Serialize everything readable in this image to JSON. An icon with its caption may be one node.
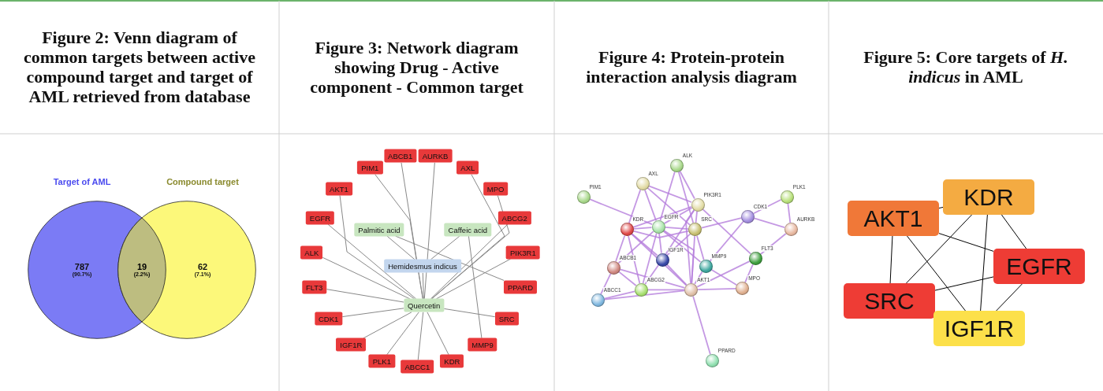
{
  "diagram": {
    "nodes": [
      {
        "text": [
          "Target of AML",
          "787",
          "(90.7%)"
        ]
      },
      {
        "text": [
          "Compound target",
          "62",
          "(7.1%)"
        ]
      },
      {
        "text": [
          "Hemidesmus indicus"
        ]
      },
      {
        "text": [
          "Palmitic acid"
        ]
      },
      {
        "text": [
          "Caffeic acid"
        ]
      },
      {
        "text": [
          "Quercetin"
        ]
      },
      {
        "text": [
          "PIM1"
        ]
      },
      {
        "text": [
          "ABCB1"
        ]
      },
      {
        "text": [
          "AURKB"
        ]
      },
      {
        "text": [
          "AXL"
        ]
      },
      {
        "text": [
          "AKT1"
        ]
      },
      {
        "text": [
          "MPO"
        ]
      },
      {
        "text": [
          "EGFR"
        ]
      },
      {
        "text": [
          "ABCG2"
        ]
      },
      {
        "text": [
          "ALK"
        ]
      },
      {
        "text": [
          "PIK3R1"
        ]
      },
      {
        "text": [
          "PPARD"
        ]
      },
      {
        "text": [
          "FLT3"
        ]
      },
      {
        "text": [
          "CDK1"
        ]
      },
      {
        "text": [
          "SRC"
        ]
      },
      {
        "text": [
          "IGF1R"
        ]
      },
      {
        "text": [
          "MMP9"
        ]
      },
      {
        "text": [
          "PLK1"
        ]
      },
      {
        "text": [
          "KDR"
        ]
      },
      {
        "text": [
          "ABCC1"
        ]
      },
      {
        "text": [
          "ALK"
        ]
      },
      {
        "text": [
          "AXL"
        ]
      },
      {
        "text": [
          "PIM1"
        ]
      },
      {
        "text": [
          "PIK3R1"
        ]
      },
      {
        "text": [
          "PLK1"
        ]
      },
      {
        "text": [
          "CDK1"
        ]
      },
      {
        "text": [
          "KDR"
        ]
      },
      {
        "text": [
          "EGFR"
        ]
      },
      {
        "text": [
          "SRC"
        ]
      },
      {
        "text": [
          "AURKB"
        ]
      },
      {
        "text": [
          "IGF1R"
        ]
      },
      {
        "text": [
          "ABCB1"
        ]
      },
      {
        "text": [
          "MMP9"
        ]
      },
      {
        "text": [
          "FLT3"
        ]
      },
      {
        "text": [
          "ABCG2"
        ]
      },
      {
        "text": [
          "AKT1"
        ]
      },
      {
        "text": [
          "MPO"
        ]
      },
      {
        "text": [
          "ABCC1"
        ]
      },
      {
        "text": [
          "PPARD"
        ]
      },
      {
        "text": [
          "KDR"
        ]
      },
      {
        "text": [
          "AKT1"
        ]
      },
      {
        "text": [
          "EGFR"
        ]
      },
      {
        "text": [
          "SRC"
        ]
      },
      {
        "text": [
          "IGF1R"
        ]
      }
    ],
    "edges": [
      {
        "from": 2,
        "to": 3,
        "arrow": "none",
        "color": "#888888"
      },
      {
        "from": 2,
        "to": 4,
        "arrow": "none",
        "color": "#888888"
      },
      {
        "from": 2,
        "to": 5,
        "arrow": "none",
        "color": "#888888"
      },
      {
        "from": 3,
        "to": 16,
        "arrow": "none",
        "color": "#888888"
      },
      {
        "from": 4,
        "to": 21,
        "arrow": "none",
        "color": "#888888"
      },
      {
        "from": 5,
        "to": 6,
        "arrow": "none",
        "color": "#888888"
      },
      {
        "from": 5,
        "to": 7,
        "arrow": "none",
        "color": "#888888"
      },
      {
        "from": 5,
        "to": 8,
        "arrow": "none",
        "color": "#888888"
      },
      {
        "from": 5,
        "to": 9,
        "arrow": "none",
        "color": "#888888"
      },
      {
        "from": 5,
        "to": 10,
        "arrow": "none",
        "color": "#888888"
      },
      {
        "from": 5,
        "to": 11,
        "arrow": "none",
        "color": "#888888"
      },
      {
        "from": 5,
        "to": 12,
        "arrow": "none",
        "color": "#888888"
      },
      {
        "from": 5,
        "to": 13,
        "arrow": "none",
        "color": "#888888"
      },
      {
        "from": 5,
        "to": 14,
        "arrow": "none",
        "color": "#888888"
      },
      {
        "from": 5,
        "to": 15,
        "arrow": "none",
        "color": "#888888"
      },
      {
        "from": 5,
        "to": 17,
        "arrow": "none",
        "color": "#888888"
      },
      {
        "from": 5,
        "to": 18,
        "arrow": "none",
        "color": "#888888"
      },
      {
        "from": 5,
        "to": 19,
        "arrow": "none",
        "color": "#888888"
      },
      {
        "from": 5,
        "to": 20,
        "arrow": "none",
        "color": "#888888"
      },
      {
        "from": 5,
        "to": 22,
        "arrow": "none",
        "color": "#888888"
      },
      {
        "from": 5,
        "to": 23,
        "arrow": "none",
        "color": "#888888"
      },
      {
        "from": 5,
        "to": 24,
        "arrow": "none",
        "color": "#888888"
      },
      {
        "from": 25,
        "to": 32,
        "arrow": "none"
      },
      {
        "from": 25,
        "to": 33,
        "arrow": "none"
      },
      {
        "from": 25,
        "to": 28,
        "arrow": "none"
      },
      {
        "from": 26,
        "to": 31,
        "arrow": "none"
      },
      {
        "from": 26,
        "to": 32,
        "arrow": "none"
      },
      {
        "from": 26,
        "to": 33,
        "arrow": "none"
      },
      {
        "from": 26,
        "to": 28,
        "arrow": "none"
      },
      {
        "from": 27,
        "to": 32,
        "arrow": "none"
      },
      {
        "from": 31,
        "to": 32,
        "arrow": "none"
      },
      {
        "from": 31,
        "to": 33,
        "arrow": "none"
      },
      {
        "from": 31,
        "to": 28,
        "arrow": "none"
      },
      {
        "from": 31,
        "to": 35,
        "arrow": "none"
      },
      {
        "from": 31,
        "to": 36,
        "arrow": "none"
      },
      {
        "from": 31,
        "to": 39,
        "arrow": "none"
      },
      {
        "from": 31,
        "to": 40,
        "arrow": "none"
      },
      {
        "from": 32,
        "to": 33,
        "arrow": "none"
      },
      {
        "from": 32,
        "to": 28,
        "arrow": "none"
      },
      {
        "from": 32,
        "to": 35,
        "arrow": "none"
      },
      {
        "from": 32,
        "to": 36,
        "arrow": "none"
      },
      {
        "from": 32,
        "to": 39,
        "arrow": "none"
      },
      {
        "from": 32,
        "to": 40,
        "arrow": "none"
      },
      {
        "from": 32,
        "to": 37,
        "arrow": "none"
      },
      {
        "from": 33,
        "to": 28,
        "arrow": "none"
      },
      {
        "from": 33,
        "to": 35,
        "arrow": "none"
      },
      {
        "from": 33,
        "to": 40,
        "arrow": "none"
      },
      {
        "from": 33,
        "to": 37,
        "arrow": "none"
      },
      {
        "from": 33,
        "to": 30,
        "arrow": "none"
      },
      {
        "from": 28,
        "to": 35,
        "arrow": "none"
      },
      {
        "from": 28,
        "to": 40,
        "arrow": "none"
      },
      {
        "from": 28,
        "to": 38,
        "arrow": "none"
      },
      {
        "from": 30,
        "to": 29,
        "arrow": "none"
      },
      {
        "from": 30,
        "to": 34,
        "arrow": "none"
      },
      {
        "from": 29,
        "to": 34,
        "arrow": "none"
      },
      {
        "from": 34,
        "to": 38,
        "arrow": "none"
      },
      {
        "from": 30,
        "to": 37,
        "arrow": "none"
      },
      {
        "from": 35,
        "to": 40,
        "arrow": "none"
      },
      {
        "from": 35,
        "to": 39,
        "arrow": "none"
      },
      {
        "from": 36,
        "to": 42,
        "arrow": "none"
      },
      {
        "from": 36,
        "to": 39,
        "arrow": "none"
      },
      {
        "from": 36,
        "to": 40,
        "arrow": "none"
      },
      {
        "from": 39,
        "to": 42,
        "arrow": "none"
      },
      {
        "from": 39,
        "to": 40,
        "arrow": "none"
      },
      {
        "from": 42,
        "to": 40,
        "arrow": "none"
      },
      {
        "from": 40,
        "to": 37,
        "arrow": "none"
      },
      {
        "from": 40,
        "to": 41,
        "arrow": "none"
      },
      {
        "from": 40,
        "to": 38,
        "arrow": "none"
      },
      {
        "from": 40,
        "to": 43,
        "arrow": "none"
      },
      {
        "from": 37,
        "to": 41,
        "arrow": "none"
      },
      {
        "from": 38,
        "to": 41,
        "arrow": "none"
      },
      {
        "from": 45,
        "to": 44,
        "arrow": "none",
        "color": "#000000"
      },
      {
        "from": 45,
        "to": 47,
        "arrow": "none",
        "color": "#000000"
      },
      {
        "from": 45,
        "to": 48,
        "arrow": "none",
        "color": "#000000"
      },
      {
        "from": 45,
        "to": 46,
        "arrow": "none",
        "color": "#000000"
      },
      {
        "from": 44,
        "to": 47,
        "arrow": "none",
        "color": "#000000"
      },
      {
        "from": 44,
        "to": 48,
        "arrow": "none",
        "color": "#000000"
      },
      {
        "from": 44,
        "to": 46,
        "arrow": "none",
        "color": "#000000"
      },
      {
        "from": 46,
        "to": 47,
        "arrow": "none",
        "color": "#000000"
      },
      {
        "from": 46,
        "to": 48,
        "arrow": "none",
        "color": "#000000"
      }
    ],
    "labels": [
      "Figure 2: Venn diagram of common targets between active compound target and target of AML retrieved from database",
      "Figure 3: Network diagram showing Drug - Active component - Common target",
      "Figure 4: Protein-protein interaction analysis diagram",
      "Figure 5: Core targets of *H. indicus* in AML",
      "19",
      "(2.2%)"
    ]
  }
}
